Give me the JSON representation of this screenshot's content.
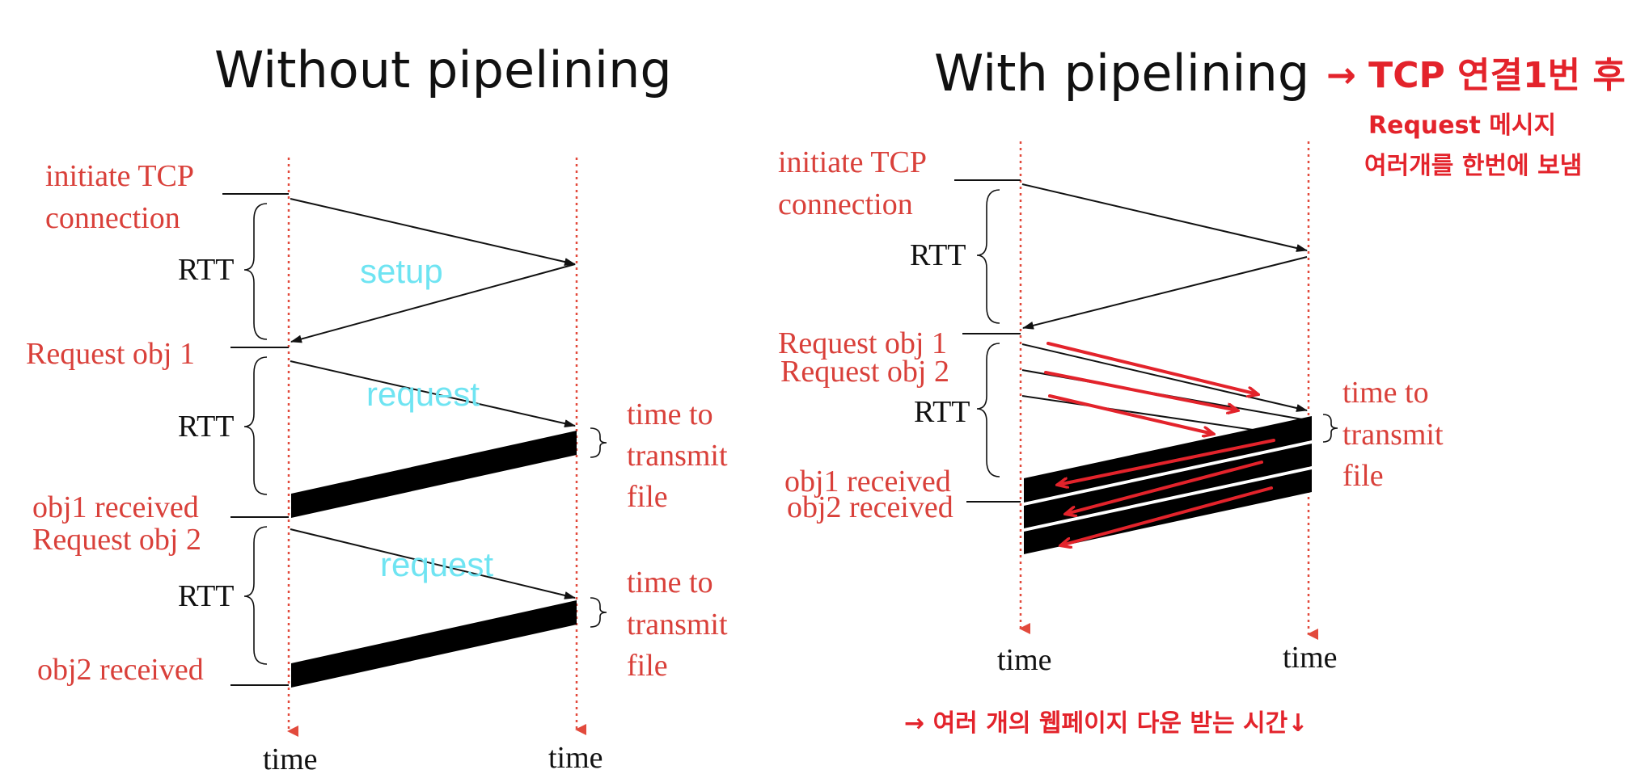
{
  "left_panel": {
    "title": "Without pipelining",
    "labels": {
      "initiate_line1": "initiate TCP",
      "initiate_line2": "connection",
      "request_obj1": "Request obj 1",
      "obj1_received": "obj1 received",
      "request_obj2": "Request obj 2",
      "obj2_received": "obj2 received"
    },
    "rtt": [
      "RTT",
      "RTT",
      "RTT"
    ],
    "phases": {
      "setup": "setup",
      "request1": "request",
      "request2": "request"
    },
    "transmit1": [
      "time to",
      "transmit",
      "file"
    ],
    "transmit2": [
      "time to",
      "transmit",
      "file"
    ],
    "time_client": "time",
    "time_server": "time"
  },
  "right_panel": {
    "title": "With pipelining",
    "labels": {
      "initiate_line1": "initiate TCP",
      "initiate_line2": "connection",
      "request_obj1": "Request obj 1",
      "request_obj2": "Request obj 2",
      "obj1_received": "obj1 received",
      "obj2_received": "obj2 received"
    },
    "rtt": [
      "RTT",
      "RTT"
    ],
    "transmit": [
      "time to",
      "transmit",
      "file"
    ],
    "time_client": "time",
    "time_server": "time"
  },
  "handwritten_notes": {
    "top_right": [
      "→ TCP 연결1번 후",
      "Request 메시지",
      "여러개를 한번에 보냄"
    ],
    "bottom": "→ 여러 개의 웹페이지 다운 받는 시간↓"
  },
  "colors": {
    "label_red": "#d9403a",
    "phase_cyan": "#6fe4f2",
    "note_red": "#e3232b",
    "bar_black": "#000000"
  }
}
